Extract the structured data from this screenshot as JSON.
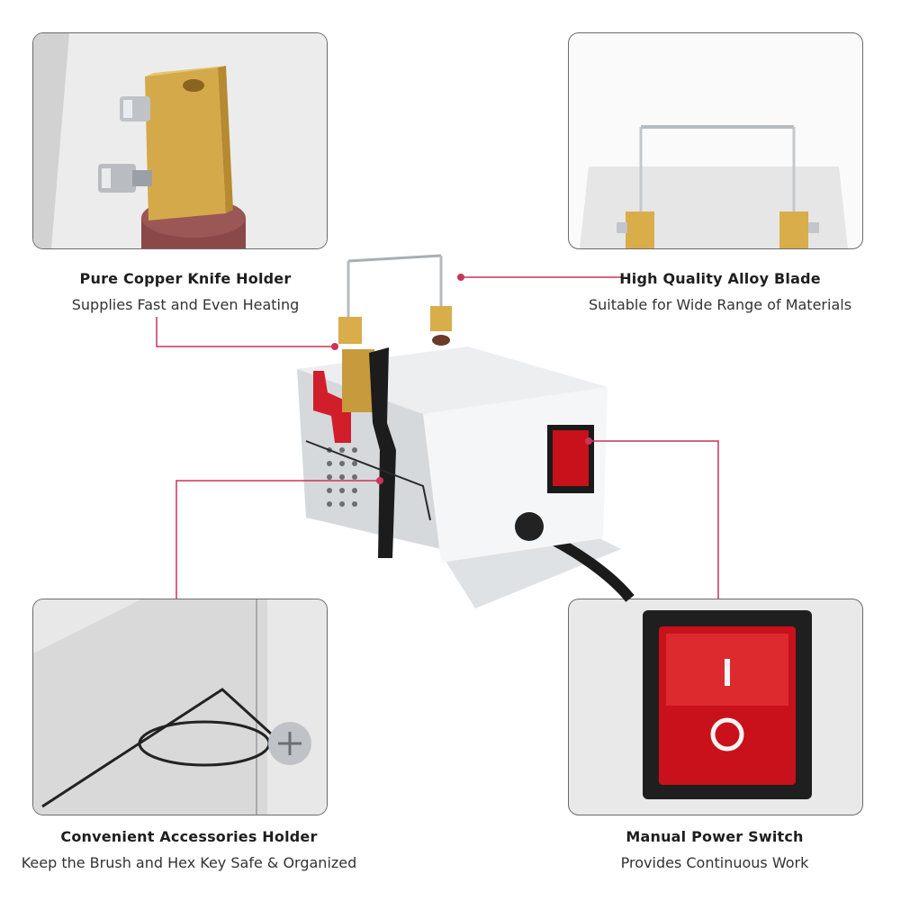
{
  "features": [
    {
      "title": "Pure Copper Knife Holder",
      "subtitle": "Supplies Fast and Even Heating"
    },
    {
      "title": "High Quality Alloy Blade",
      "subtitle": "Suitable for Wide Range of Materials"
    },
    {
      "title": "Convenient Accessories Holder",
      "subtitle": "Keep the Brush and Hex Key Safe & Organized"
    },
    {
      "title": "Manual Power Switch",
      "subtitle": "Provides Continuous Work"
    }
  ],
  "colors": {
    "leader_line": "#c8345a",
    "switch_red": "#c8111a",
    "copper": "#d8ad4a",
    "panel_border": "#6b6b6b"
  },
  "icons": [
    "power-switch-on-glyph",
    "power-switch-off-glyph"
  ]
}
